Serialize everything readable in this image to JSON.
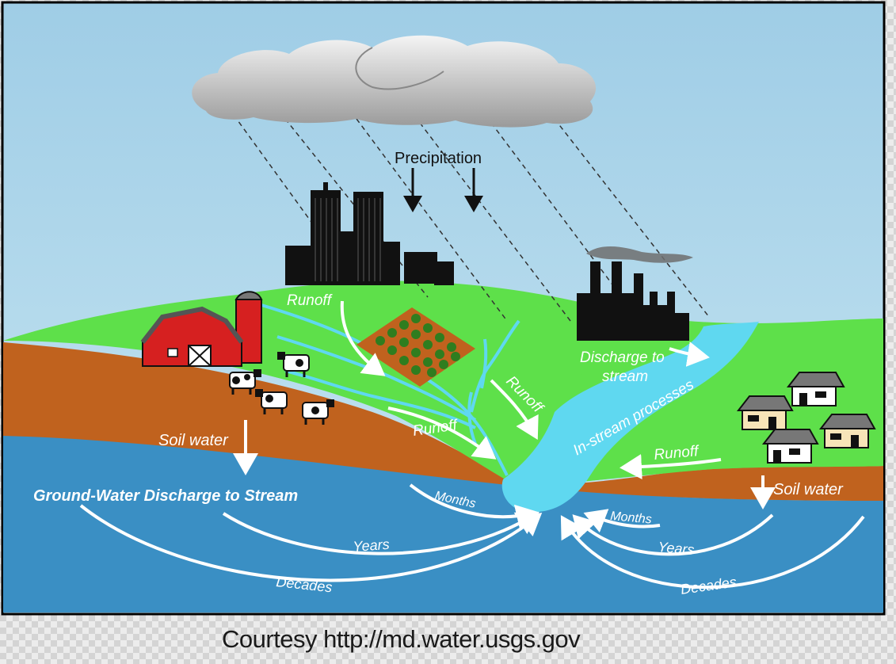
{
  "labels": {
    "precipitation": "Precipitation",
    "runoff_top": "Runoff",
    "runoff_mid": "Runoff",
    "runoff_diag": "Runoff",
    "runoff_right": "Runoff",
    "discharge_line1": "Discharge to",
    "discharge_line2": "stream",
    "instream": "In-stream processes",
    "soil_water_left": "Soil water",
    "soil_water_right": "Soil water",
    "gw_discharge": "Ground-Water Discharge to Stream",
    "months_left": "Months",
    "months_right": "Months",
    "years_left": "Years",
    "years_right": "Years",
    "decades_left": "Decades",
    "decades_right": "Decades"
  },
  "credit": "Courtesy http://md.water.usgs.gov",
  "colors": {
    "sky": "#b4d8ea",
    "grass": "#5ee04a",
    "soil": "#c0621e",
    "groundwater": "#3a8fc4",
    "stream": "#5fd8f0",
    "barn": "#d62020",
    "label": "#ffffff"
  }
}
